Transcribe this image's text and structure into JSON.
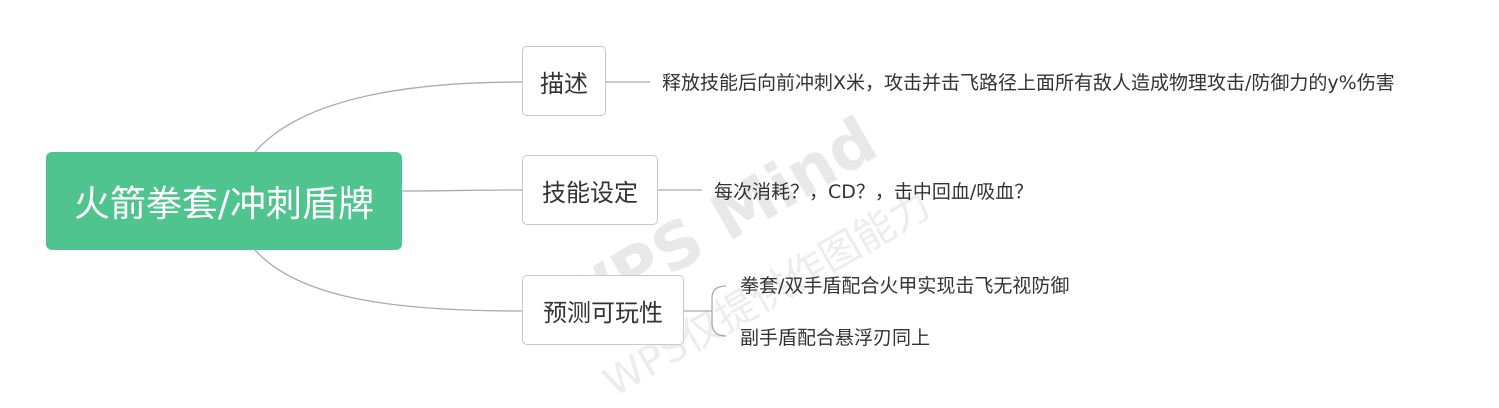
{
  "root": {
    "label": "火箭拳套/冲刺盾牌"
  },
  "branches": [
    {
      "label": "描述",
      "leaves": [
        "释放技能后向前冲刺X米，攻击并击飞路径上面所有敌人造成物理攻击/防御力的y%伤害"
      ]
    },
    {
      "label": "技能设定",
      "leaves": [
        "每次消耗？，CD？，击中回血/吸血？"
      ]
    },
    {
      "label": "预测可玩性",
      "leaves": [
        "拳套/双手盾配合火甲实现击飞无视防御",
        "副手盾配合悬浮刃同上"
      ]
    }
  ],
  "watermark": {
    "brand": "WPS Mind",
    "note": "WPS仅提供作图能力"
  },
  "colors": {
    "root_fill": "#50c48e",
    "line": "#aaaaaa",
    "border": "#c8c8c8",
    "text": "#333333"
  }
}
